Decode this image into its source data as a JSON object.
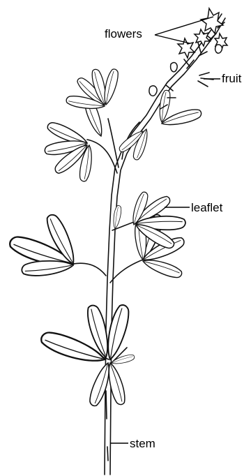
{
  "labels": {
    "flowers": "flowers",
    "fruit": "fruit",
    "leaflet": "leaflet",
    "stem": "stem"
  },
  "colors": {
    "ink": "#111111",
    "background": "#ffffff"
  }
}
